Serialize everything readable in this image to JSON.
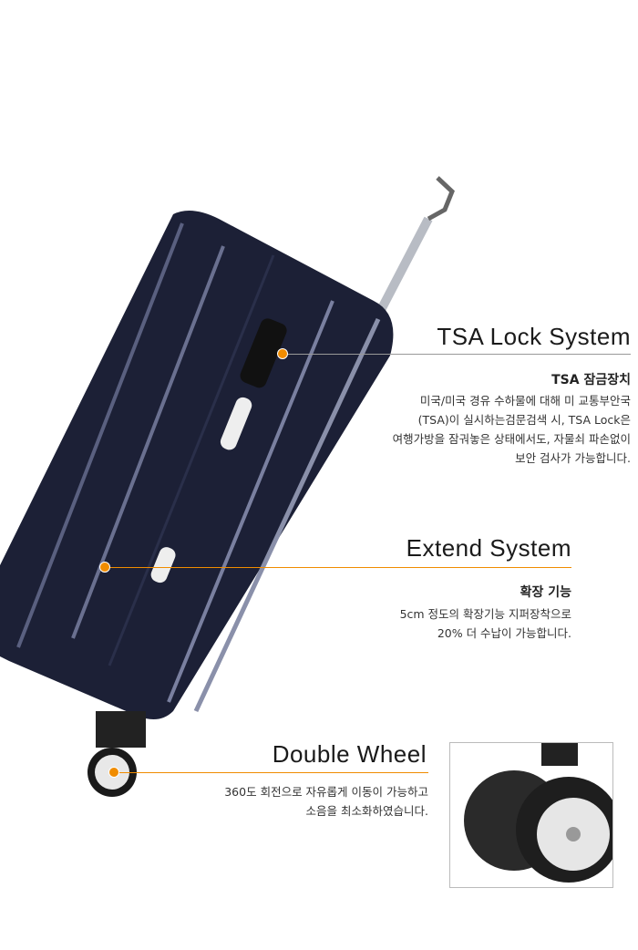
{
  "colors": {
    "accent": "#f08c00",
    "line_gray": "#999999",
    "suitcase": "#1c2036"
  },
  "features": [
    {
      "title": "TSA Lock System",
      "subtitle": "TSA 잠금장치",
      "lines": [
        "미국/미국 경유 수하물에 대해 미 교통부안국",
        "(TSA)이 실시하는검문검색 시, TSA Lock은",
        "여행가방을 잠궈놓은 상태에서도, 자물쇠 파손없이",
        "보안 검사가 가능합니다."
      ]
    },
    {
      "title": "Extend System",
      "subtitle": "확장 기능",
      "lines": [
        "5cm 정도의 확장기능 지퍼장착으로",
        "20% 더 수납이 가능합니다."
      ]
    },
    {
      "title": "Double Wheel",
      "lines": [
        "360도 회전으로 자유롭게 이동이 가능하고",
        "소음을 최소화하였습니다."
      ]
    }
  ]
}
